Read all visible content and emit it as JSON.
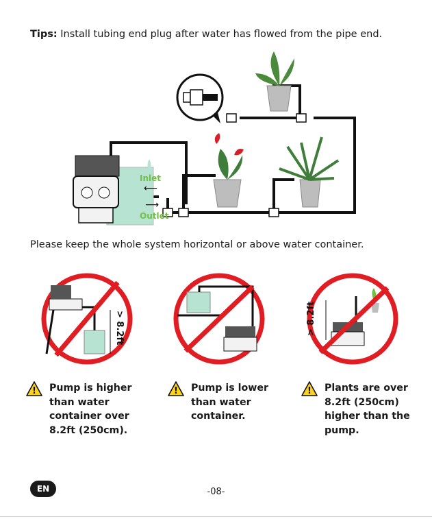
{
  "tips": {
    "label": "Tips:",
    "text": " Install tubing end plug after water has flowed from the pipe end."
  },
  "diagram": {
    "inlet": "Inlet",
    "outlet": "Outlet"
  },
  "note": "Please keep the whole system horizontal or above water container.",
  "height_label": "> 8.2ft",
  "warnings": [
    {
      "text": "Pump is higher than water container over 8.2ft (250cm)."
    },
    {
      "text": "Pump is lower than water container."
    },
    {
      "text": "Plants are over 8.2ft (250cm) higher than the pump."
    }
  ],
  "footer": {
    "lang": "EN",
    "page": "-08-"
  },
  "colors": {
    "accent_green": "#72bf44",
    "water": "#b6e3d2",
    "prohibited": "#e01d23",
    "warning_yellow": "#ffd21a"
  }
}
